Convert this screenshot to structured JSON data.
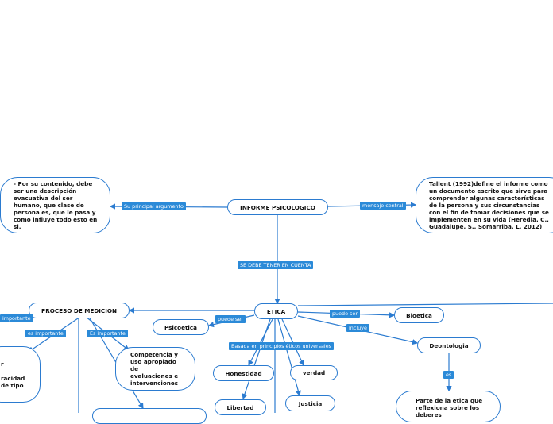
{
  "nodes": {
    "main": "INFORME PSICOLOGICO",
    "argument_text": "- Por su contenido, debe\nser una descripción\nevacuativa del ser\nhumano, que clase de\npersona es, que le pasa y\ncomo influye todo esto en\nsi.",
    "definition_text": "Tallent (1992)define el informe como\nun documento escrito que sirve para\ncomprender algunas características\nde la persona y sus circunstancias\ncon el fin de tomar decisiones que se\nimplementen en su vida (Heredia, C.,\nGuadalupe, S., Somarriba, L. 2012)",
    "etica": "ETICA",
    "proceso": "PROCESO DE MEDICION",
    "psicoetica": "Psicoetica",
    "bioetica": "Bioetica",
    "deontologia": "Deontologia",
    "competencia": "Competencia y\nuso apropiado\nde\nevaluaciones e\nintervenciones",
    "left_partial": "r\n\nracidad\nde tipo",
    "honestidad": "Honestidad",
    "verdad": "verdad",
    "libertad": "Libertad",
    "justicia": "Justicia",
    "parte": "Parte de la etica que\nreflexiona sobre los\ndeberes"
  },
  "labels": {
    "su_principal": "Su principal argumento",
    "mensaje_central": "mensaje central",
    "se_debe": "SE DEBE TENER EN CUENTA",
    "puede_ser_left": "puede ser",
    "puede_ser_right": "puede ser",
    "incluye": "incluye",
    "basada": "Basada en principios éticos universales",
    "es": "es",
    "es_importante_1": "es importante",
    "es_importante_2": "Es importante",
    "importante_cut": "importante"
  },
  "colors": {
    "accent": "#2b8ad8",
    "line": "#2b7bd0"
  }
}
